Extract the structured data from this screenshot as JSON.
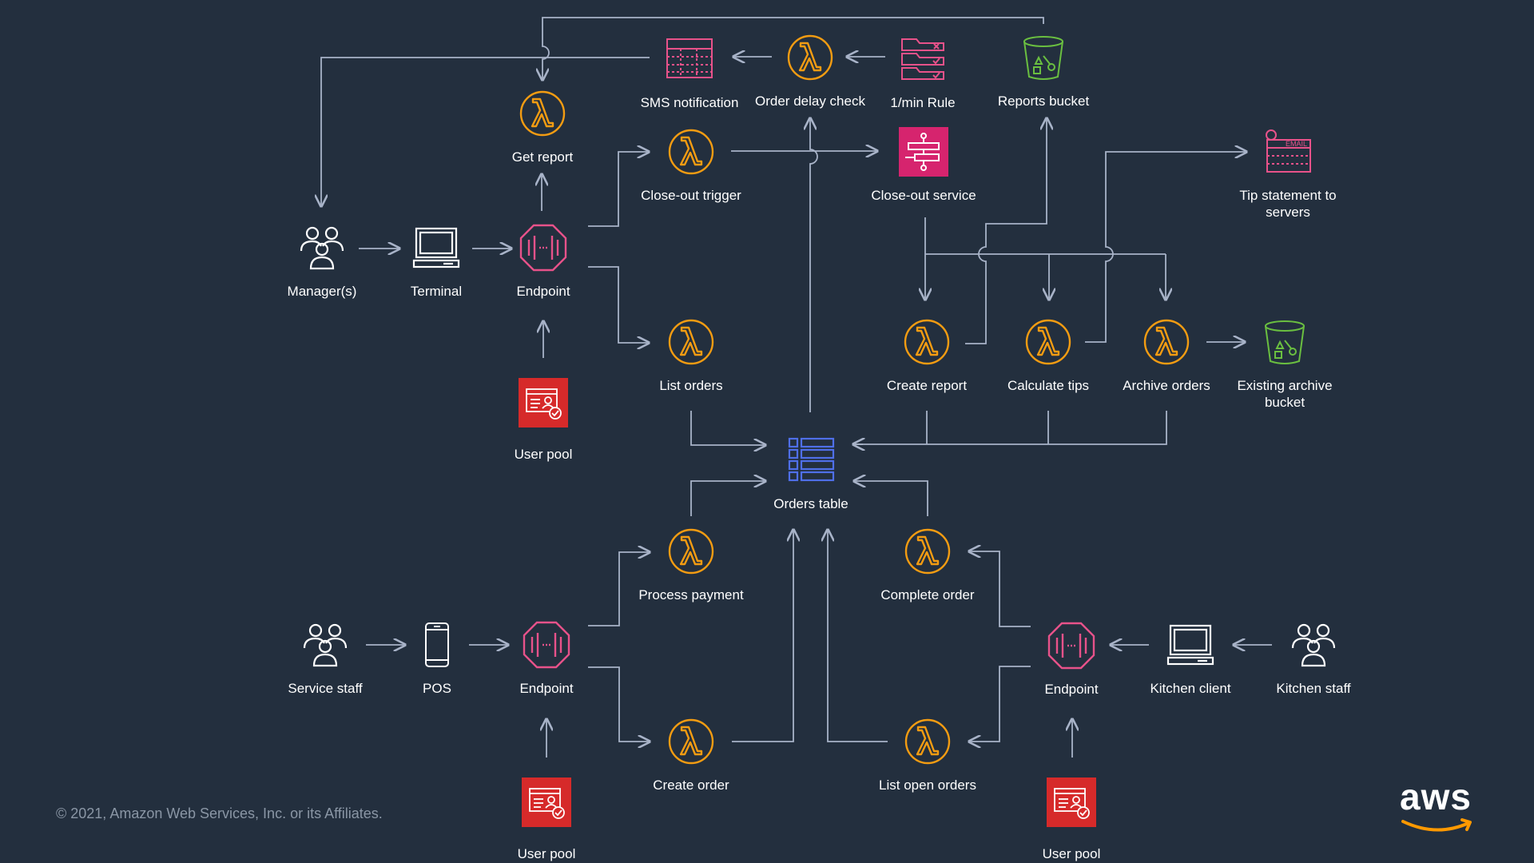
{
  "colors": {
    "background": "#232f3e",
    "lambda": "#f39c12",
    "api": "#e8528a",
    "cognito": "#d62a2a",
    "table": "#4f6fe8",
    "bucket": "#6abf40",
    "line": "#a8b3c8",
    "white": "#ffffff"
  },
  "nodes": {
    "sms": {
      "label": "SMS notification",
      "icon": "sms-notification-icon"
    },
    "order_delay": {
      "label": "Order delay check",
      "icon": "lambda-icon"
    },
    "min_rule": {
      "label": "1/min Rule",
      "icon": "eventbridge-rule-icon"
    },
    "reports_bucket": {
      "label": "Reports bucket",
      "icon": "s3-bucket-icon"
    },
    "get_report": {
      "label": "Get report",
      "icon": "lambda-icon"
    },
    "close_trigger": {
      "label": "Close-out trigger",
      "icon": "lambda-icon"
    },
    "close_service": {
      "label": "Close-out service",
      "icon": "step-functions-icon"
    },
    "tip_statement": {
      "label": "Tip statement to servers",
      "icon": "email-icon"
    },
    "managers": {
      "label": "Manager(s)",
      "icon": "users-icon"
    },
    "terminal": {
      "label": "Terminal",
      "icon": "laptop-icon"
    },
    "endpoint_top": {
      "label": "Endpoint",
      "icon": "api-gateway-icon"
    },
    "list_orders": {
      "label": "List orders",
      "icon": "lambda-icon"
    },
    "create_report": {
      "label": "Create report",
      "icon": "lambda-icon"
    },
    "calc_tips": {
      "label": "Calculate tips",
      "icon": "lambda-icon"
    },
    "archive_orders": {
      "label": "Archive orders",
      "icon": "lambda-icon"
    },
    "existing_bucket": {
      "label": "Existing archive bucket",
      "icon": "s3-bucket-icon"
    },
    "userpool_top": {
      "label": "User pool",
      "icon": "cognito-user-pool-icon"
    },
    "orders_table": {
      "label": "Orders table",
      "icon": "dynamodb-table-icon"
    },
    "process_payment": {
      "label": "Process payment",
      "icon": "lambda-icon"
    },
    "complete_order": {
      "label": "Complete order",
      "icon": "lambda-icon"
    },
    "service_staff": {
      "label": "Service staff",
      "icon": "users-icon"
    },
    "pos": {
      "label": "POS",
      "icon": "mobile-icon"
    },
    "endpoint_left": {
      "label": "Endpoint",
      "icon": "api-gateway-icon"
    },
    "endpoint_right": {
      "label": "Endpoint",
      "icon": "api-gateway-icon"
    },
    "kitchen_client": {
      "label": "Kitchen client",
      "icon": "laptop-icon"
    },
    "kitchen_staff": {
      "label": "Kitchen staff",
      "icon": "users-icon"
    },
    "create_order": {
      "label": "Create order",
      "icon": "lambda-icon"
    },
    "list_open": {
      "label": "List open orders",
      "icon": "lambda-icon"
    },
    "userpool_left": {
      "label": "User pool",
      "icon": "cognito-user-pool-icon"
    },
    "userpool_right": {
      "label": "User pool",
      "icon": "cognito-user-pool-icon"
    }
  },
  "footer": {
    "copyright": "© 2021, Amazon Web Services, Inc. or its Affiliates.",
    "logo_text": "aws"
  }
}
